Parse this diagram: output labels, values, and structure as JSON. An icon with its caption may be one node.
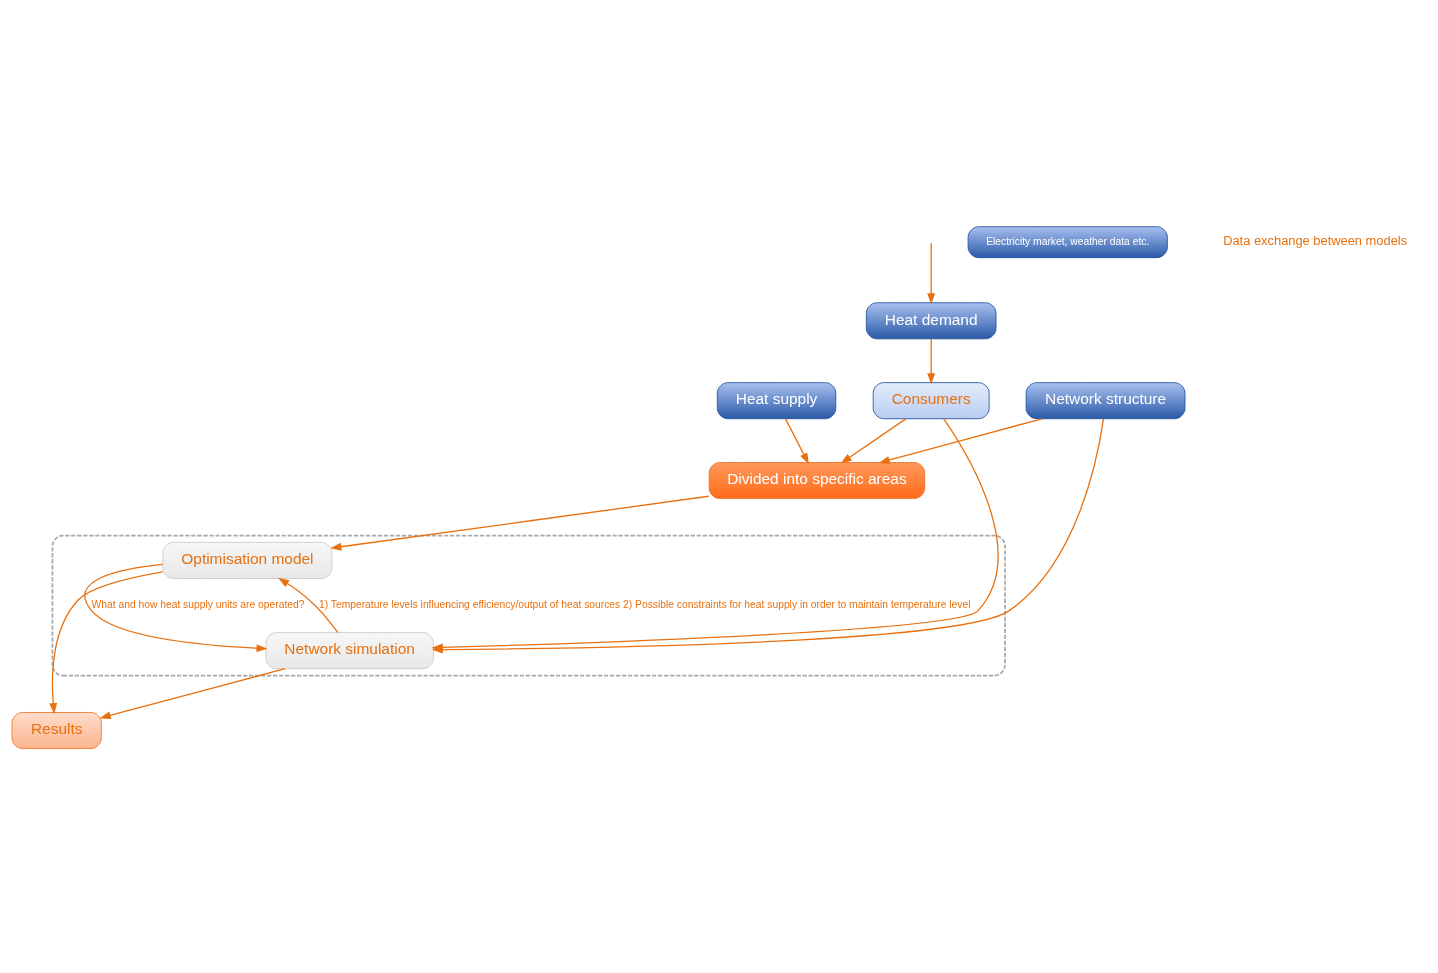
{
  "diagram": {
    "nodes": [
      {
        "text": [
          "Heat supply"
        ]
      },
      {
        "text": [
          "Electricity market, weather data etc."
        ]
      },
      {
        "text": [
          "Heat demand"
        ]
      },
      {
        "text": [
          "Network structure"
        ]
      },
      {
        "text": [
          "Divided into specific areas"
        ]
      },
      {
        "text": [
          "Consumers"
        ]
      },
      {
        "text": [],
        "shape": "box"
      },
      {
        "text": [
          "Optimisation model"
        ],
        "in": 6
      },
      {
        "text": [
          "Network simulation"
        ],
        "in": 6
      },
      {
        "text": [
          "Results"
        ]
      }
    ],
    "edges": [
      {
        "from": null,
        "to": 2,
        "arrow": "to"
      },
      {
        "from": 0,
        "to": 4,
        "arrow": "to"
      },
      {
        "from": 3,
        "to": 4,
        "arrow": "to"
      },
      {
        "from": 2,
        "to": 5,
        "arrow": "to"
      },
      {
        "from": 5,
        "to": 4,
        "arrow": "to"
      },
      {
        "from": 4,
        "to": 7,
        "arrow": "to"
      },
      {
        "from": 3,
        "to": 8,
        "arrow": "to"
      },
      {
        "from": 5,
        "to": 8,
        "arrow": "to"
      },
      {
        "from": 7,
        "to": 8,
        "arrow": "to",
        "label": "What and how heat supply units are operated?"
      },
      {
        "from": 8,
        "to": 7,
        "arrow": "to",
        "label": "1) Temperature levels influencing efficiency/output of heat sources 2) Possible constraints for heat supply in order to maintain temperature level"
      },
      {
        "from": 7,
        "to": 9,
        "arrow": "to"
      },
      {
        "from": 8,
        "to": 9,
        "arrow": "to"
      }
    ],
    "labels": [
      "Data exchange between models"
    ]
  }
}
